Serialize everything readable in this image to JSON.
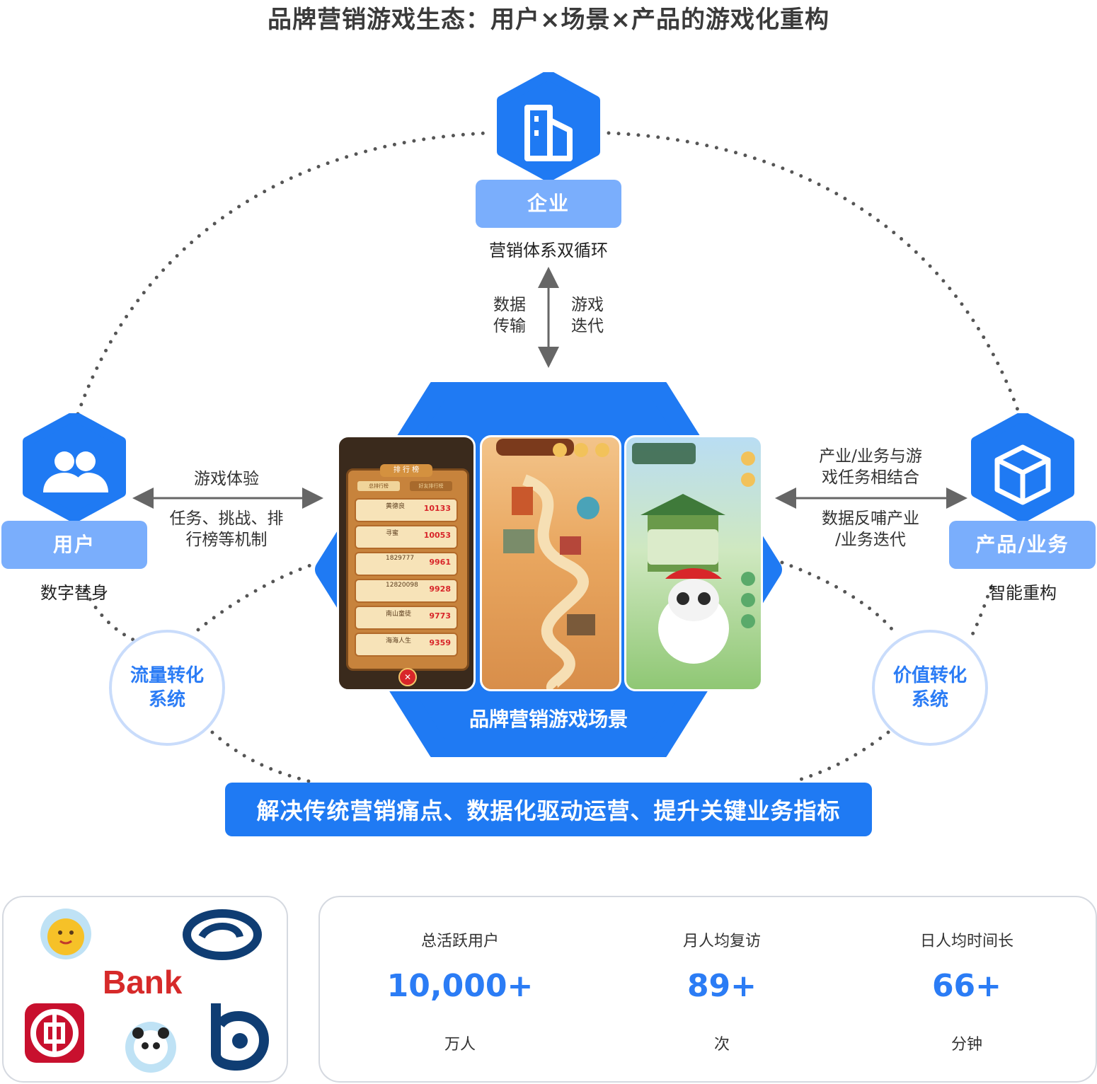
{
  "title": "品牌营销游戏生态：用户×场景×产品的游戏化重构",
  "nodes": {
    "enterprise": {
      "label": "企业",
      "sub": "营销体系双循环",
      "icon": "building-icon"
    },
    "user": {
      "label": "用户",
      "sub": "数字替身",
      "icon": "users-icon"
    },
    "product": {
      "label": "产品/业务",
      "sub": "智能重构",
      "icon": "cube-icon"
    }
  },
  "links": {
    "vertical_left": [
      "数据",
      "传输"
    ],
    "vertical_right": [
      "游戏",
      "迭代"
    ],
    "left_top": "游戏体验",
    "left_bottom": [
      "任务、挑战、排",
      "行榜等机制"
    ],
    "right_top": [
      "产业/业务与游",
      "戏任务相结合"
    ],
    "right_bottom": [
      "数据反哺产业",
      "/业务迭代"
    ]
  },
  "center": {
    "label": "品牌营销游戏场景"
  },
  "circles": {
    "left": [
      "流量转化",
      "系统"
    ],
    "right": [
      "价值转化",
      "系统"
    ]
  },
  "banner": "解决传统营销痛点、数据化驱动运营、提升关键业务指标",
  "phone1": {
    "header": "排 行 榜",
    "tabs": [
      "总排行榜",
      "好友排行榜"
    ],
    "rows": [
      {
        "name": "黄德良",
        "score": "10133"
      },
      {
        "name": "寻蜜",
        "score": "10053"
      },
      {
        "name": "1829777",
        "score": "9961"
      },
      {
        "name": "12820098",
        "score": "9928"
      },
      {
        "name": "南山童徒",
        "score": "9773"
      },
      {
        "name": "海海人生",
        "score": "9359"
      }
    ]
  },
  "logos": {
    "bank_text": "Bank"
  },
  "metrics": [
    {
      "label": "总活跃用户",
      "value": "10,000+",
      "unit": "万人"
    },
    {
      "label": "月人均复访",
      "value": "89+",
      "unit": "次"
    },
    {
      "label": "日人均时间长",
      "value": "66+",
      "unit": "分钟"
    }
  ],
  "colors": {
    "primary": "#1f7af3",
    "tag": "#7aaefc",
    "accent_text": "#2b7cf5",
    "dots": "#555555"
  }
}
